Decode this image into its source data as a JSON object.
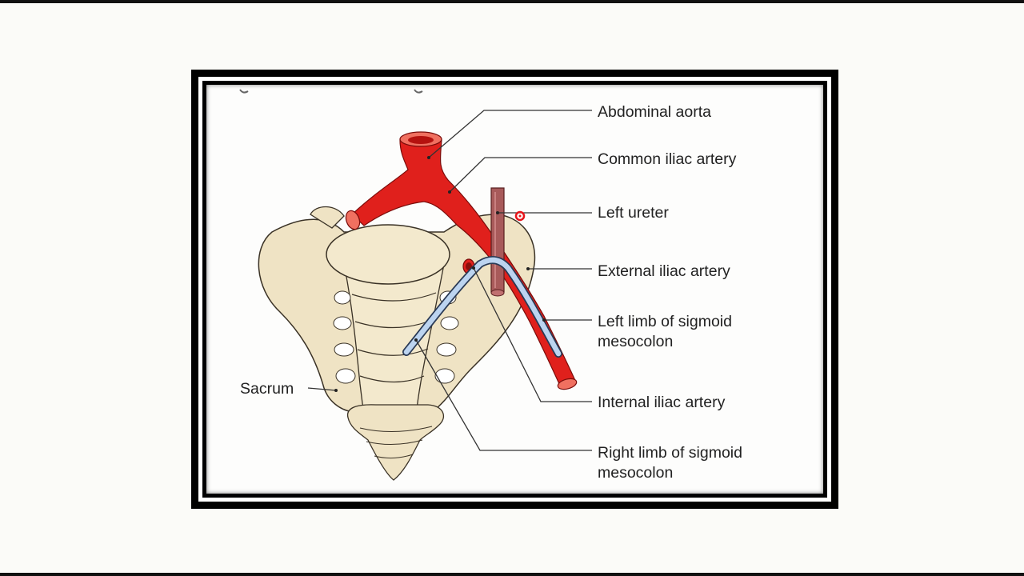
{
  "labels": {
    "abdominal_aorta": "Abdominal aorta",
    "common_iliac_artery": "Common iliac artery",
    "left_ureter": "Left ureter",
    "external_iliac_artery": "External iliac artery",
    "left_limb_line1": "Left limb of sigmoid",
    "left_limb_line2": "mesocolon",
    "internal_iliac_artery": "Internal iliac artery",
    "right_limb_line1": "Right limb of sigmoid",
    "right_limb_line2": "mesocolon",
    "sacrum": "Sacrum"
  },
  "colors": {
    "artery": "#e0201c",
    "artery_dark": "#b5120f",
    "bone": "#efe3c4",
    "bone_dark": "#dcc9a0",
    "ureter": "#a85a5a",
    "mesocolon": "#9fbfe6",
    "leader_line": "#333333",
    "cursor": "#e8141a"
  }
}
